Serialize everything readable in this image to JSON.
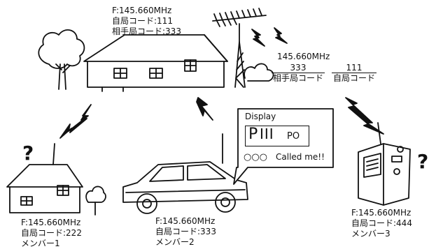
{
  "base": {
    "freq": "F:145.660MHz",
    "own_code": "自局コード:111",
    "partner_code": "相手局コード:333"
  },
  "transmission": {
    "freq": "145.660MHz",
    "partner_value": "333",
    "partner_label": "相手局コード",
    "own_value": "111",
    "own_label": "自局コード"
  },
  "display": {
    "title": "Display",
    "code": "P",
    "code_bars": "III",
    "suffix": "PO",
    "circles": "○○○",
    "called": "Called me!!"
  },
  "member1": {
    "freq": "F:145.660MHz",
    "code": "自局コード:222",
    "name": "メンバー1"
  },
  "member2": {
    "freq": "F:145.660MHz",
    "code": "自局コード:333",
    "name": "メンバー2"
  },
  "member3": {
    "freq": "F:145.660MHz",
    "code": "自局コード:444",
    "name": "メンバー3"
  },
  "question_mark": "?"
}
